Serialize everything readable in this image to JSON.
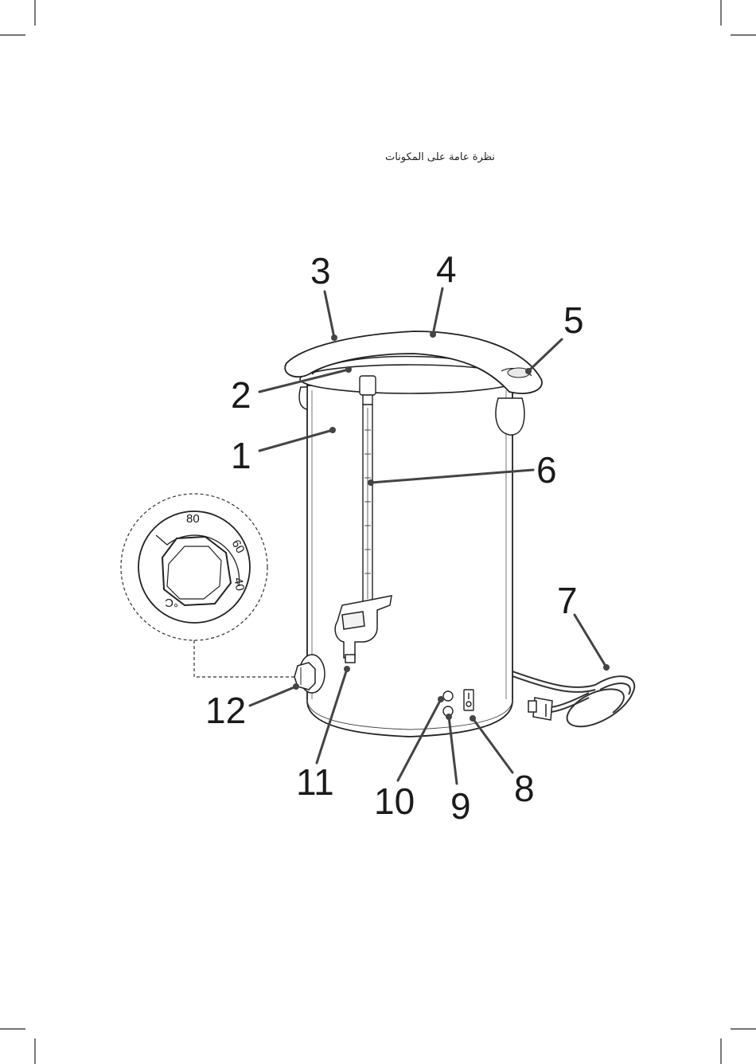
{
  "heading": "نظرة عامة على المكونات",
  "callouts": {
    "c1": "1",
    "c2": "2",
    "c3": "3",
    "c4": "4",
    "c5": "5",
    "c6": "6",
    "c7": "7",
    "c8": "8",
    "c9": "9",
    "c10": "10",
    "c11": "11",
    "c12": "12"
  },
  "dial": {
    "mark80": "80",
    "mark60": "60",
    "mark40": "40",
    "unit": "°C"
  }
}
